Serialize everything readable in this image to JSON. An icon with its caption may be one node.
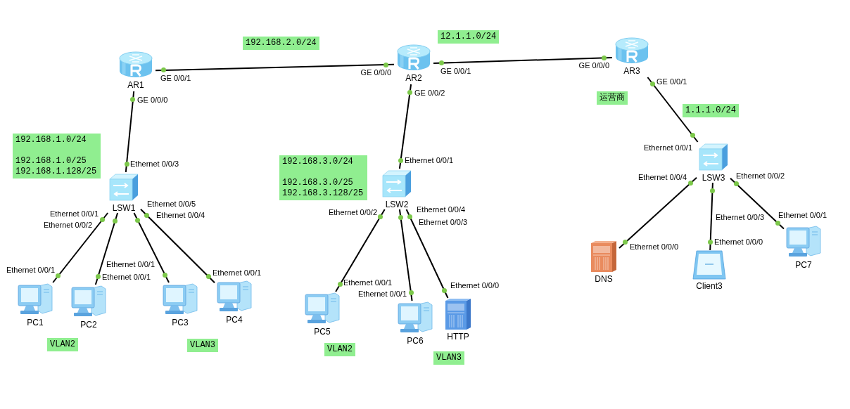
{
  "diagram": {
    "nodes": [
      {
        "text": [
          "AR1"
        ]
      },
      {
        "text": [
          "192.168.2.0/24"
        ]
      },
      {
        "text": [
          "AR2"
        ]
      },
      {
        "text": [
          "12.1.1.0/24"
        ]
      },
      {
        "text": [
          "AR3"
        ]
      },
      {
        "text": [
          "运营商"
        ]
      },
      {
        "text": [
          "1.1.1.0/24"
        ]
      },
      {
        "text": [
          "192.168.1.0/24",
          "192.168.1.0/25 192.168.1.128/25"
        ]
      },
      {
        "text": [
          "LSW1"
        ]
      },
      {
        "text": [
          "192.168.3.0/24",
          "192.168.3.0/25 192.168.3.128/25"
        ]
      },
      {
        "text": [
          "LSW2"
        ]
      },
      {
        "text": [
          "LSW3"
        ]
      },
      {
        "text": [
          "DNS"
        ]
      },
      {
        "text": [
          "Client3"
        ]
      },
      {
        "text": [
          "PC7"
        ]
      },
      {
        "text": [
          "PC1"
        ]
      },
      {
        "text": [
          "PC2"
        ]
      },
      {
        "text": [
          "PC3"
        ]
      },
      {
        "text": [
          "PC4"
        ]
      },
      {
        "text": [
          "PC5"
        ]
      },
      {
        "text": [
          "PC6"
        ]
      },
      {
        "text": [
          "HTTP"
        ]
      },
      {
        "text": [
          "VLAN2"
        ]
      },
      {
        "text": [
          "VLAN3"
        ]
      },
      {
        "text": [
          "VLAN2"
        ]
      },
      {
        "text": [
          "VLAN3"
        ]
      }
    ],
    "edges": [
      {
        "from": 0,
        "to": 2,
        "arrow": "none"
      },
      {
        "from": 2,
        "to": 4,
        "arrow": "none"
      },
      {
        "from": 0,
        "to": 8,
        "arrow": "none"
      },
      {
        "from": 2,
        "to": 10,
        "arrow": "none"
      },
      {
        "from": 4,
        "to": 11,
        "arrow": "none"
      },
      {
        "from": 8,
        "to": 15,
        "arrow": "none"
      },
      {
        "from": 8,
        "to": 16,
        "arrow": "none"
      },
      {
        "from": 8,
        "to": 17,
        "arrow": "none"
      },
      {
        "from": 8,
        "to": 18,
        "arrow": "none"
      },
      {
        "from": 10,
        "to": 19,
        "arrow": "none"
      },
      {
        "from": 10,
        "to": 20,
        "arrow": "none"
      },
      {
        "from": 10,
        "to": 21,
        "arrow": "none"
      },
      {
        "from": 11,
        "to": 12,
        "arrow": "none"
      },
      {
        "from": 11,
        "to": 13,
        "arrow": "none"
      },
      {
        "from": 11,
        "to": 14,
        "arrow": "none"
      }
    ],
    "labels": [
      "GE 0/0/0",
      "GE 0/0/1",
      "GE 0/0/0",
      "GE 0/0/1",
      "GE 0/0/1",
      "GE 0/0/2",
      "GE 0/0/0",
      "Ethernet 0/0/1",
      "Ethernet 0/0/1",
      "Ethernet 0/0/3",
      "Ethernet 0/0/2",
      "Ethernet 0/0/4",
      "Ethernet 0/0/5",
      "Ethernet 0/0/4",
      "Ethernet 0/0/2",
      "Ethernet 0/0/1",
      "Ethernet 0/0/4",
      "Ethernet 0/0/1",
      "Ethernet 0/0/3",
      "Ethernet 0/0/3",
      "Ethernet 0/0/2",
      "Ethernet 0/0/0",
      "Ethernet 0/0/0",
      "Ethernet 0/0/1",
      "Ethernet 0/0/1",
      "Ethernet 0/0/1",
      "Ethernet 0/0/1",
      "Ethernet 0/0/1",
      "Ethernet 0/0/0",
      "Ethernet 0/0/1"
    ]
  }
}
